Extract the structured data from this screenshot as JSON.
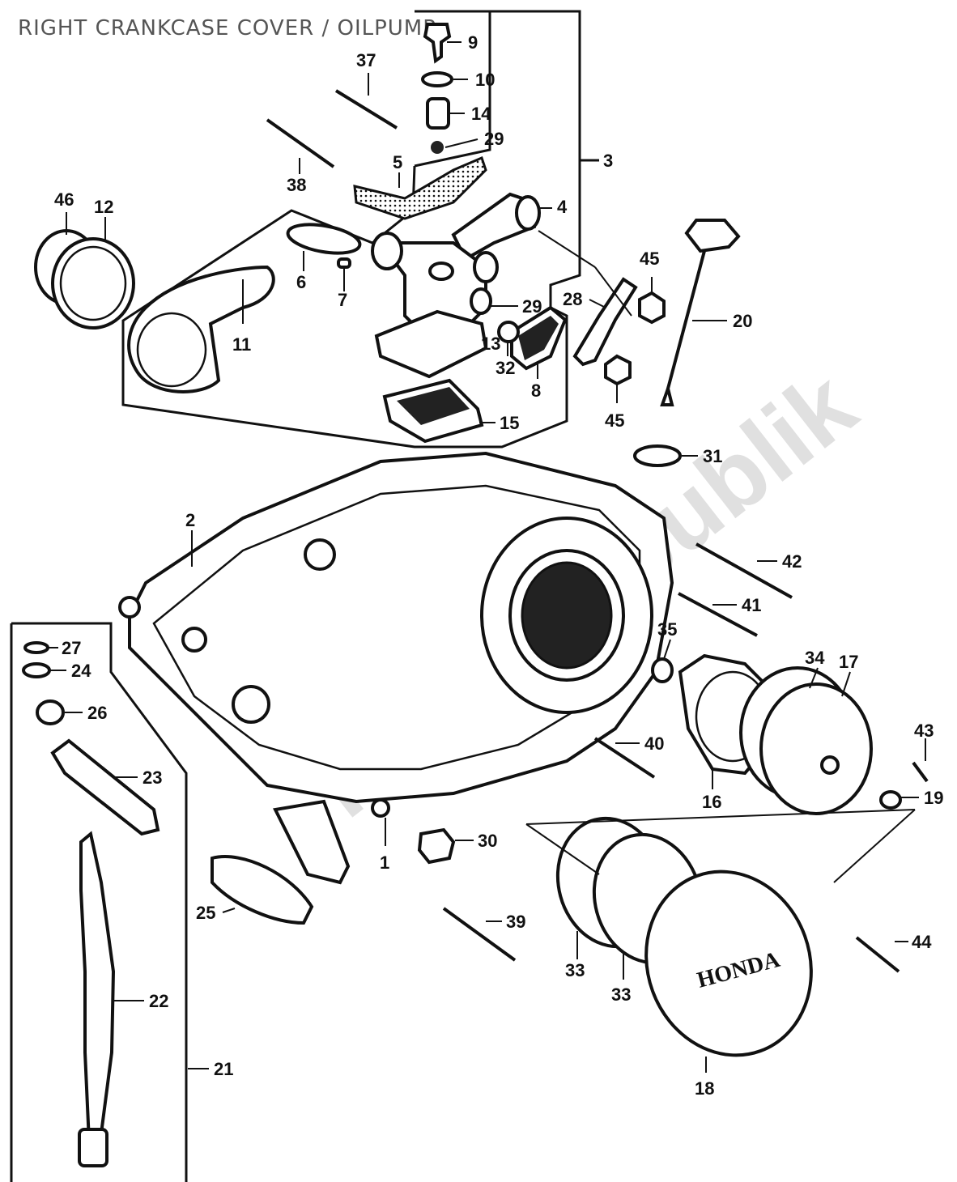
{
  "title": "RIGHT CRANKCASE COVER / OILPUMP",
  "watermark": "PartsRepublik",
  "callouts": [
    "9",
    "10",
    "14",
    "29",
    "3",
    "37",
    "38",
    "5",
    "4",
    "46",
    "12",
    "6",
    "7",
    "11",
    "45",
    "28",
    "29",
    "20",
    "13",
    "32",
    "8",
    "45",
    "15",
    "31",
    "2",
    "42",
    "41",
    "35",
    "34",
    "17",
    "43",
    "40",
    "16",
    "19",
    "27",
    "24",
    "26",
    "23",
    "30",
    "1",
    "25",
    "39",
    "33",
    "33",
    "44",
    "18",
    "22",
    "21"
  ],
  "cover_text": "HONDA"
}
